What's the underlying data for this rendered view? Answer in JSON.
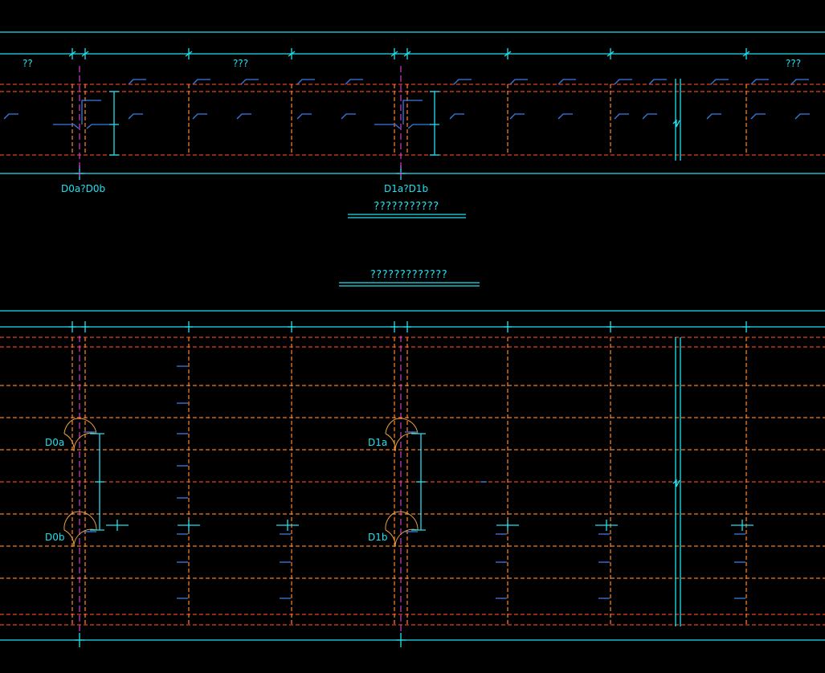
{
  "colors": {
    "background": "#000000",
    "cyan": "#22e0ee",
    "red_dashed": "#e8401c",
    "orange_dashed": "#f07c1e",
    "magenta": "#e040e0",
    "blue": "#3a7be8"
  },
  "upper": {
    "spans": [
      "??",
      "???",
      "???"
    ],
    "joint_labels": [
      "D0a?D0b",
      "D1a?D1b"
    ]
  },
  "titles": {
    "section_view": "???????????",
    "plan_view": "?????????????"
  },
  "lower": {
    "joint_labels": [
      "D0a",
      "D0b",
      "D1a",
      "D1b"
    ]
  }
}
